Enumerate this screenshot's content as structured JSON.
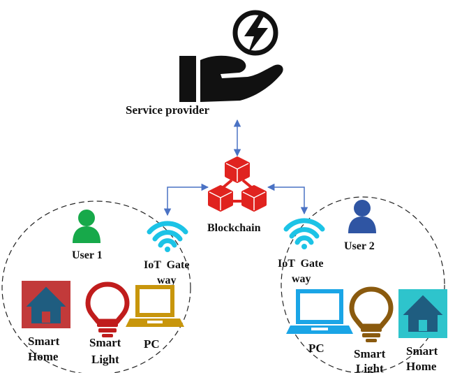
{
  "colors": {
    "arrow": "#4a72c4",
    "blockchain": "#e0231f",
    "wifi": "#1cc3e6",
    "user1": "#17a94a",
    "user2": "#2f55a3",
    "home_left": "#c23a3a",
    "home_right": "#2ec4cc",
    "home_icon": "#1f5d80",
    "bulb_left": "#c01c1c",
    "bulb_right": "#8a5a0e",
    "pc_left": "#c8960c",
    "pc_right": "#1aa5e6",
    "provider": "#111111"
  },
  "nodes": {
    "service_provider": {
      "label": "Service provider",
      "icon": "hand-energy-icon"
    },
    "blockchain": {
      "label": "Blockchain",
      "icon": "blockchain-cubes-icon"
    }
  },
  "left_group": {
    "user": {
      "label": "User 1",
      "icon": "user-icon"
    },
    "gateway": {
      "line1": "IoT  Gate",
      "line2": "way",
      "icon": "wifi-icon"
    },
    "smart_home": {
      "line1": "Smart",
      "line2": "Home",
      "icon": "house-icon"
    },
    "smart_light": {
      "line1": "Smart",
      "line2": "Light",
      "icon": "lightbulb-icon"
    },
    "pc": {
      "label": "PC",
      "icon": "laptop-icon"
    }
  },
  "right_group": {
    "user": {
      "label": "User 2",
      "icon": "user-icon"
    },
    "gateway": {
      "line1": "IoT  Gate",
      "line2": "way",
      "icon": "wifi-icon"
    },
    "pc": {
      "label": "PC",
      "icon": "laptop-icon"
    },
    "smart_light": {
      "line1": "Smart",
      "line2": "Light",
      "icon": "lightbulb-icon"
    },
    "smart_home": {
      "line1": "Smart",
      "line2": "Home",
      "icon": "house-icon"
    }
  }
}
